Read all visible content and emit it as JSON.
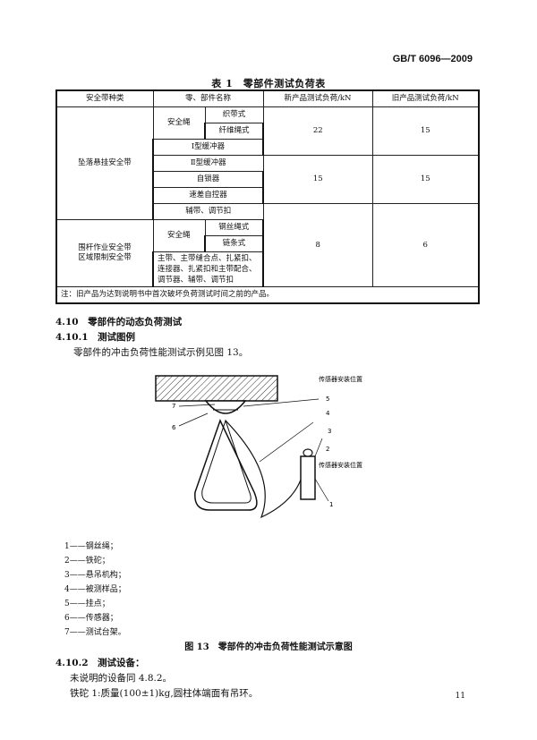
{
  "header": {
    "standard_code": "GB/T 6096—2009"
  },
  "table": {
    "caption": "表 1　零部件测试负荷表",
    "headers": [
      "安全带种类",
      "零、部件名称",
      "新产品测试负荷/kN",
      "旧产品测试负荷/kN"
    ],
    "cells": {
      "type_fall": "坠落悬挂安全带",
      "rope": "安全绳",
      "webbing_type": "织带式",
      "fiber_rope_type": "纤维绳式",
      "absorber_1": "Ⅰ型缓冲器",
      "absorber_2": "Ⅱ型缓冲器",
      "self_locking": "自锁器",
      "speed_control": "速差自控器",
      "aux_strap": "辅带、调节扣",
      "val_22": "22",
      "val_15_old_a": "15",
      "val_15_new": "15",
      "val_15_old_b": "15",
      "type_restraint": "围杆作业安全带\n区域限制安全带",
      "rope_2": "安全绳",
      "wire_rope_type": "钢丝绳式",
      "chain_type": "链条式",
      "main_strap": "主带、主带缝合点、扎紧扣、连接器、扎紧扣和主带配合、调节器、辅带、调节扣",
      "val_8": "8",
      "val_6": "6",
      "note": "注：旧产品为达到说明书中首次破坏负荷测试时间之前的产品。"
    }
  },
  "sections": {
    "s4_10": "4.10　零部件的动态负荷测试",
    "s4_10_1": "4.10.1　测试图例",
    "s4_10_1_text": "零部件的冲击负荷性能测试示例见图 13。",
    "s4_10_2": "4.10.2　测试设备：",
    "s4_10_2_text1": "未说明的设备同 4.8.2。",
    "s4_10_2_text2": "铁砣 1:质量(100±1)kg,圆柱体端面有吊环。"
  },
  "figure": {
    "label_sensor_top": "传感器安装位置",
    "label_sensor_side": "传感器安装位置",
    "num_1": "1",
    "num_2": "2",
    "num_3": "3",
    "num_4": "4",
    "num_5": "5",
    "num_6": "6",
    "num_7": "7",
    "legend": [
      "1——钢丝绳；",
      "2——铁砣；",
      "3——悬吊机构；",
      "4——被测样品；",
      "5——挂点；",
      "6——传感器；",
      "7——测试台架。"
    ],
    "caption": "图 13　零部件的冲击负荷性能测试示意图"
  },
  "page_number": "11"
}
